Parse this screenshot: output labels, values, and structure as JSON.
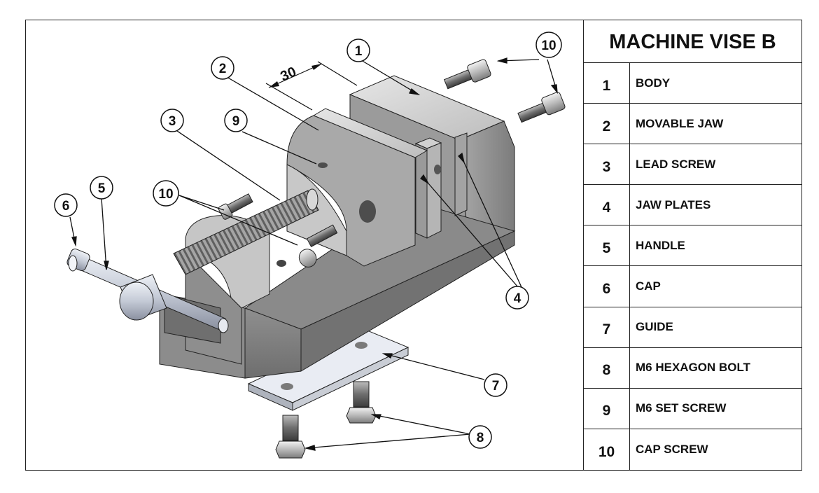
{
  "table": {
    "title": "MACHINE VISE B",
    "parts": [
      {
        "num": "1",
        "name": "BODY"
      },
      {
        "num": "2",
        "name": "MOVABLE JAW"
      },
      {
        "num": "3",
        "name": "LEAD SCREW"
      },
      {
        "num": "4",
        "name": "JAW PLATES"
      },
      {
        "num": "5",
        "name": "HANDLE"
      },
      {
        "num": "6",
        "name": "CAP"
      },
      {
        "num": "7",
        "name": "GUIDE"
      },
      {
        "num": "8",
        "name": "M6 HEXAGON BOLT"
      },
      {
        "num": "9",
        "name": "M6 SET SCREW"
      },
      {
        "num": "10",
        "name": "CAP SCREW"
      }
    ]
  },
  "drawing": {
    "dimension": "30",
    "balloons": [
      "1",
      "2",
      "3",
      "4",
      "5",
      "6",
      "7",
      "8",
      "9",
      "10",
      "10"
    ]
  }
}
